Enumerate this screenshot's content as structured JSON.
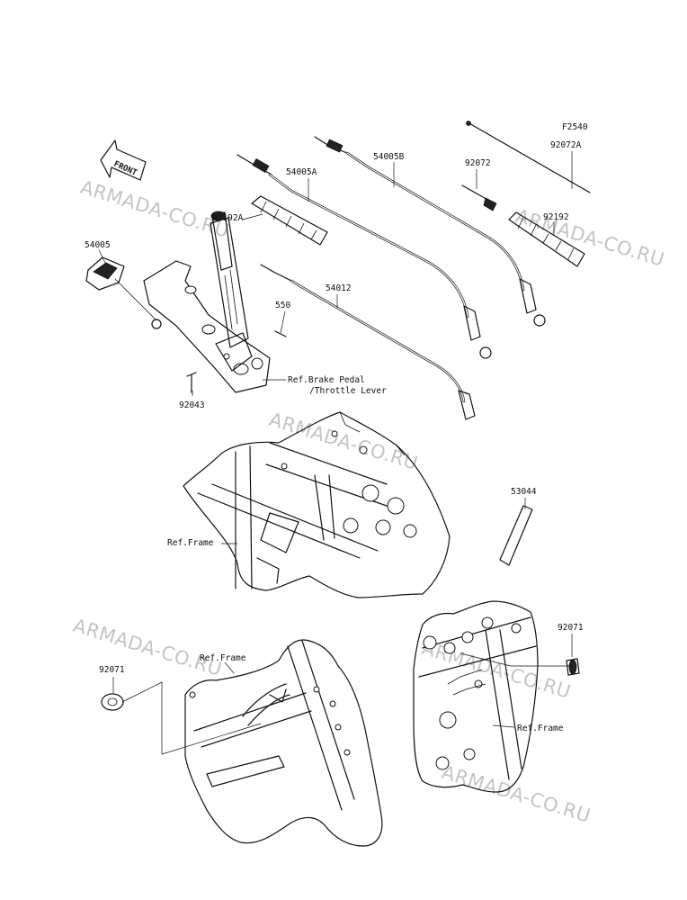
{
  "watermark": "ARMADA-CO.RU",
  "figure_code": "F2540",
  "front_arrow": "FRONT",
  "parts": [
    {
      "number": "54005"
    },
    {
      "number": "54005A"
    },
    {
      "number": "54005B"
    },
    {
      "number": "92072"
    },
    {
      "number": "92072A"
    },
    {
      "number": "92192"
    },
    {
      "number": "92192A"
    },
    {
      "number": "550"
    },
    {
      "number": "54012"
    },
    {
      "number": "92043"
    },
    {
      "number": "53044"
    },
    {
      "number": "92071"
    },
    {
      "number": "92071"
    }
  ],
  "references": {
    "brake_line1": "Ref.Brake Pedal",
    "brake_line2": "/Throttle Lever",
    "frame_mid": "Ref.Frame",
    "frame_bl": "Ref.Frame",
    "frame_br": "Ref.Frame"
  }
}
